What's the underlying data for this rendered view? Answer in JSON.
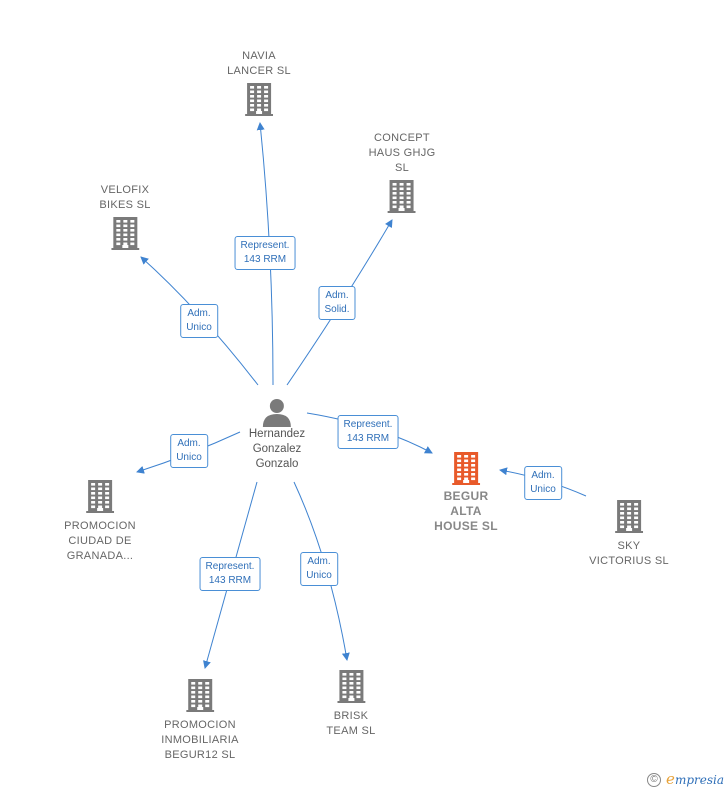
{
  "colors": {
    "edge": "#3f83d0",
    "building": "#7a7a7a",
    "focus_building": "#e85a2a",
    "person": "#7a7a7a"
  },
  "nodes": {
    "person": {
      "icon": "person-icon",
      "lines": [
        "Hernandez",
        "Gonzalez",
        "Gonzalo"
      ]
    },
    "navia": {
      "icon": "building-icon",
      "lines": [
        "NAVIA",
        "LANCER  SL"
      ]
    },
    "concept": {
      "icon": "building-icon",
      "lines": [
        "CONCEPT",
        "HAUS GHJG",
        "SL"
      ]
    },
    "velofix": {
      "icon": "building-icon",
      "lines": [
        "VELOFIX",
        "BIKES  SL"
      ]
    },
    "begur_alta": {
      "icon": "building-icon",
      "lines": [
        "BEGUR",
        "ALTA",
        "HOUSE  SL"
      ]
    },
    "sky": {
      "icon": "building-icon",
      "lines": [
        "SKY",
        "VICTORIUS  SL"
      ]
    },
    "promocion_granada": {
      "icon": "building-icon",
      "lines": [
        "PROMOCION",
        "CIUDAD DE",
        "GRANADA..."
      ]
    },
    "promocion_begur": {
      "icon": "building-icon",
      "lines": [
        "PROMOCION",
        "INMOBILIARIA",
        "BEGUR12  SL"
      ]
    },
    "brisk": {
      "icon": "building-icon",
      "lines": [
        "BRISK",
        "TEAM SL"
      ]
    }
  },
  "edges": {
    "navia": [
      "Represent.",
      "143 RRM"
    ],
    "concept": [
      "Adm.",
      "Solid."
    ],
    "velofix": [
      "Adm.",
      "Unico"
    ],
    "begur_alta": [
      "Represent.",
      "143 RRM"
    ],
    "sky": [
      "Adm.",
      "Unico"
    ],
    "promocion_granada": [
      "Adm.",
      "Unico"
    ],
    "promocion_begur": [
      "Represent.",
      "143 RRM"
    ],
    "brisk": [
      "Adm.",
      "Unico"
    ]
  },
  "footer": {
    "copyright": "©",
    "brand_initial": "e",
    "brand_rest": "mpresia"
  }
}
